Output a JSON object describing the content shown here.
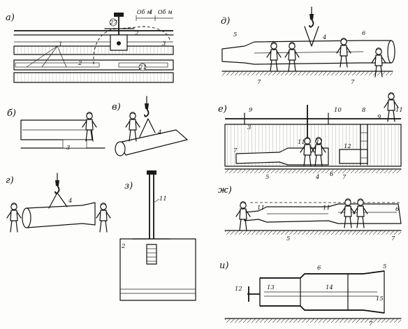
{
  "panels": {
    "a": {
      "label": "а)",
      "dims": [
        "Об м",
        "1",
        "Об м"
      ],
      "nums": [
        "27",
        "2",
        "3",
        "1",
        "2",
        "21"
      ]
    },
    "b": {
      "label": "б)",
      "nums": [
        "3"
      ]
    },
    "v": {
      "label": "в)",
      "nums": [
        "4"
      ]
    },
    "g": {
      "label": "г)",
      "nums": [
        "4"
      ]
    },
    "z": {
      "label": "з)",
      "nums": [
        "11",
        "2"
      ]
    },
    "d": {
      "label": "д)",
      "nums": [
        "5",
        "4",
        "6",
        "7",
        "7"
      ]
    },
    "e": {
      "label": "е)",
      "nums": [
        "9",
        "10",
        "8",
        "9",
        "11",
        "3",
        "7",
        "11",
        "11",
        "12",
        "5",
        "4",
        "6",
        "7"
      ]
    },
    "zh": {
      "label": "ж)",
      "nums": [
        "11",
        "11",
        "6",
        "5",
        "7"
      ]
    },
    "i": {
      "label": "и)",
      "nums": [
        "6",
        "5",
        "12",
        "13",
        "14",
        "15",
        "7"
      ]
    }
  }
}
